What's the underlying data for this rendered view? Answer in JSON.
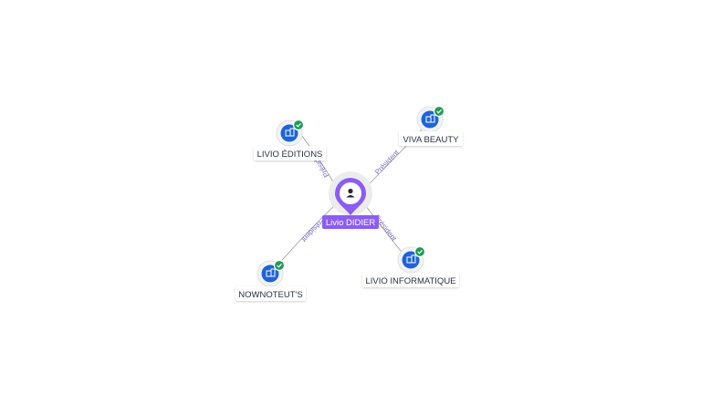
{
  "center": {
    "label": "Livio DIDIER",
    "icon": "person-icon"
  },
  "companies": [
    {
      "id": "livio-editions",
      "label": "LIVIO ÉDITIONS",
      "icon": "building-icon",
      "verified": true,
      "role": "Président"
    },
    {
      "id": "viva-beauty",
      "label": "VIVA BEAUTY",
      "icon": "building-icon",
      "verified": true,
      "role": "Président"
    },
    {
      "id": "nownoteuts",
      "label": "NOWNOTEUT'S",
      "icon": "building-icon",
      "verified": true,
      "role": "Président"
    },
    {
      "id": "livio-informatique",
      "label": "LIVIO INFORMATIQUE",
      "icon": "building-icon",
      "verified": true,
      "role": "Président"
    }
  ],
  "colors": {
    "company_node": "#1e64d8",
    "verified_badge": "#1f9d55",
    "person_pin": "#8b5cf6",
    "edge_label": "#7c6cc8"
  }
}
